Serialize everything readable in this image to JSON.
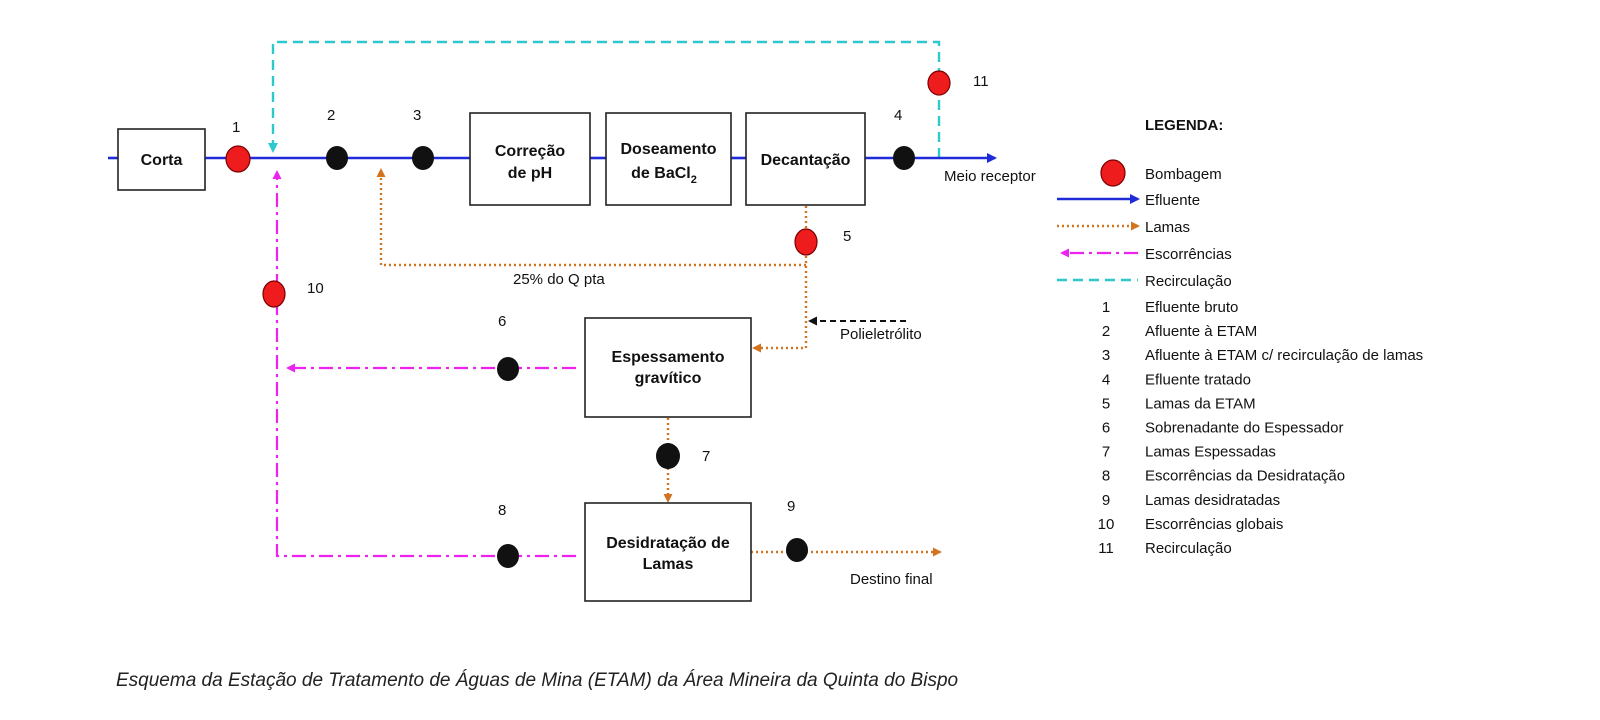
{
  "colors": {
    "efluente": "#1f2bd8",
    "lamas": "#d2741f",
    "escorrencias": "#ee22ee",
    "recirculacao": "#2ec8cf",
    "bombagem": "#ee1c1c",
    "ponto": "#111111"
  },
  "boxes": {
    "corta": "Corta",
    "correcao": [
      "Correção",
      "de pH"
    ],
    "doseamento_line1": "Doseamento",
    "doseamento_line2": "de BaCl",
    "doseamento_sub": "2",
    "decantacao": "Decantação",
    "espessamento": [
      "Espessamento",
      "gravítico"
    ],
    "desidratacao": [
      "Desidratação de",
      "Lamas"
    ]
  },
  "point_numbers": [
    "1",
    "2",
    "3",
    "4",
    "5",
    "6",
    "7",
    "8",
    "9",
    "10",
    "11"
  ],
  "labels": {
    "meio_receptor": "Meio receptor",
    "q_pta": "25% do Q pta",
    "polieletrolito": "Polieletrólito",
    "destino_final": "Destino final"
  },
  "legend": {
    "title": "LEGENDA:",
    "symbols": [
      "Bombagem",
      "Efluente",
      "Lamas",
      "Escorrências",
      "Recirculação"
    ],
    "items": [
      {
        "num": "1",
        "text": "Efluente bruto"
      },
      {
        "num": "2",
        "text": "Afluente à ETAM"
      },
      {
        "num": "3",
        "text": "Afluente à ETAM c/ recirculação de lamas"
      },
      {
        "num": "4",
        "text": "Efluente tratado"
      },
      {
        "num": "5",
        "text": "Lamas da ETAM"
      },
      {
        "num": "6",
        "text": "Sobrenadante do Espessador"
      },
      {
        "num": "7",
        "text": "Lamas Espessadas"
      },
      {
        "num": "8",
        "text": "Escorrências da Desidratação"
      },
      {
        "num": "9",
        "text": "Lamas desidratadas"
      },
      {
        "num": "10",
        "text": "Escorrências globais"
      },
      {
        "num": "11",
        "text": "Recirculação"
      }
    ]
  },
  "caption": "Esquema da Estação de Tratamento de Águas de Mina (ETAM) da Área Mineira da Quinta do Bispo"
}
